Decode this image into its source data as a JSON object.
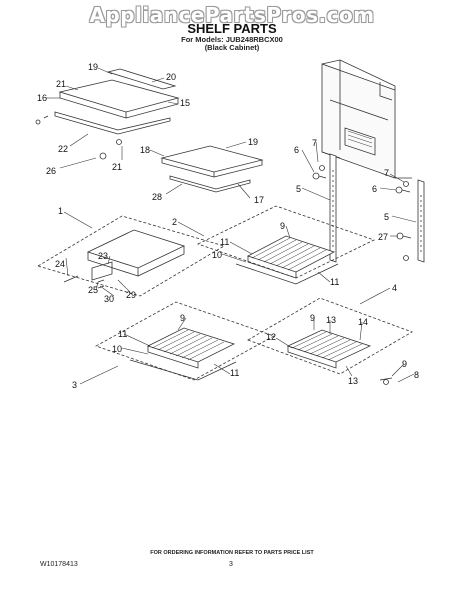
{
  "header": {
    "watermark": "AppliancePartsPros.com",
    "title": "SHELF PARTS",
    "models_line": "For Models: JUB248RBCX00",
    "variant_line": "(Black Cabinet)"
  },
  "callouts": {
    "c19a": "19",
    "c20": "20",
    "c21a": "21",
    "c16": "16",
    "c15": "15",
    "c22": "22",
    "c21b": "21",
    "c26": "26",
    "c19b": "19",
    "c18": "18",
    "c28": "28",
    "c17": "17",
    "c7a": "7",
    "c6a": "6",
    "c5a": "5",
    "c7b": "7",
    "c6b": "6",
    "c5b": "5",
    "c27": "27",
    "c1": "1",
    "c23": "23",
    "c24": "24",
    "c25": "25",
    "c30": "30",
    "c29": "29",
    "c2": "2",
    "c9a": "9",
    "c11a": "11",
    "c10a": "10",
    "c11b": "11",
    "c4": "4",
    "c11c": "11",
    "c9b": "9",
    "c10b": "10",
    "c3": "3",
    "c11d": "11",
    "c9c": "9",
    "c13a": "13",
    "c14": "14",
    "c12": "12",
    "c13b": "13",
    "c9d": "9",
    "c8": "8"
  },
  "footer": {
    "ordering_note": "FOR ORDERING INFORMATION REFER TO PARTS PRICE LIST",
    "doc_id": "W10178413",
    "page_number": "3"
  }
}
